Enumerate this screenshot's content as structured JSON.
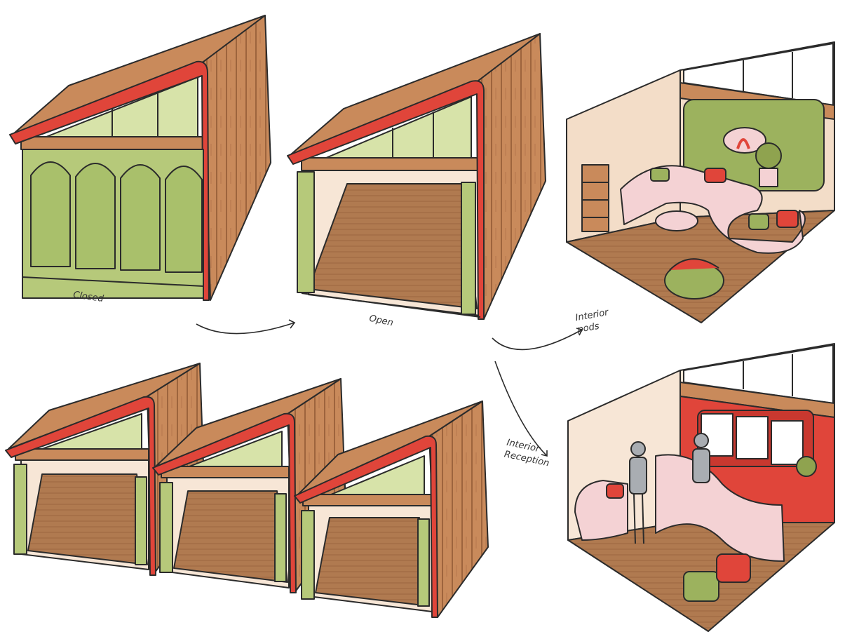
{
  "labels": {
    "closed": "Closed",
    "open": "Open",
    "interior_pods": "Interior\npods",
    "interior_reception": "Interior\nReception"
  },
  "colors": {
    "wood": "#c98a5b",
    "wood_dark": "#a86a41",
    "red": "#e0453a",
    "green": "#b6c97a",
    "green_dark": "#8fa34f",
    "floor": "#b07a50",
    "cream": "#f7e6d6",
    "pink": "#f4d2d4",
    "ink": "#2b2b2b"
  },
  "drawings": [
    "cabin-closed",
    "cabin-open",
    "interior-pods-room",
    "cabin-row-of-three",
    "interior-reception-room"
  ],
  "arrows": [
    "closed-to-open-arrow",
    "open-to-pods-arrow",
    "open-to-reception-arrow"
  ]
}
